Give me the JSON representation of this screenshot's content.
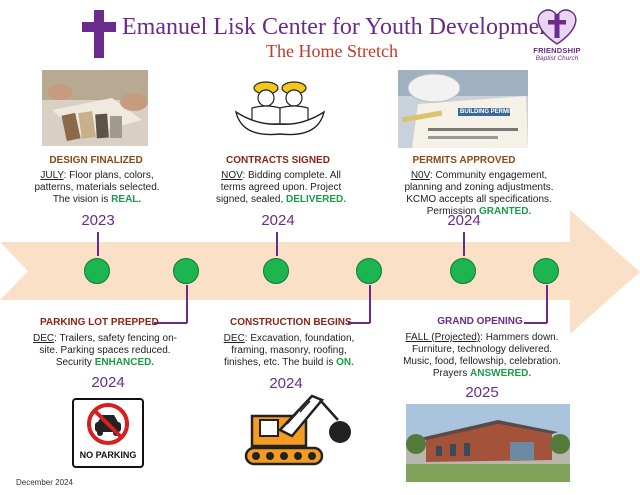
{
  "header": {
    "title": "Emanuel Lisk Center for Youth Development",
    "subtitle": "The Home Stretch",
    "logo_line1": "FRIENDSHIP",
    "logo_line2": "Baptist Church"
  },
  "milestones_top": [
    {
      "heading": "DESIGN FINALIZED",
      "month": "JULY",
      "desc": ": Floor plans, colors, patterns, materials selected. The vision is ",
      "highlight": "REAL.",
      "year": "2023"
    },
    {
      "heading": "CONTRACTS SIGNED",
      "month": "NOV",
      "desc": ": Bidding complete.  All terms agreed upon. Project signed, sealed, ",
      "highlight": "DELIVERED.",
      "year": "2024"
    },
    {
      "heading": "PERMITS APPROVED",
      "month": "N0V",
      "desc": ": Community engagement, planning and zoning adjustments. KCMO accepts all specifications. Permission ",
      "highlight": "GRANTED.",
      "year": "2024"
    }
  ],
  "milestones_bottom": [
    {
      "heading": "PARKING LOT PREPPED",
      "month": "DEC",
      "desc": ": Trailers, safety fencing on-site. Parking spaces reduced. Security ",
      "highlight": "ENHANCED.",
      "year": "2024"
    },
    {
      "heading": "CONSTRUCTION BEGINS",
      "month": "DEC",
      "desc": ":  Excavation, foundation, framing, masonry, roofing, finishes, etc. The build is ",
      "highlight": "ON.",
      "year": "2024"
    },
    {
      "heading": "GRAND OPENING",
      "month": "FALL (Projected)",
      "desc": ": Hammers down. Furniture, technology delivered. Music, food, fellowship, celebration. Prayers ",
      "highlight": "ANSWERED.",
      "year": "2025"
    }
  ],
  "images": {
    "no_parking_label": "NO PARKING",
    "permit_label": "BUILDING PERMIT"
  },
  "footer": {
    "date": "December 2024"
  },
  "colors": {
    "title_purple": "#6a2b8c",
    "subtitle_red": "#c0392b",
    "arrow": "#fbe0c8",
    "dot_green": "#1db54f",
    "highlight_green": "#1a9a4a"
  }
}
